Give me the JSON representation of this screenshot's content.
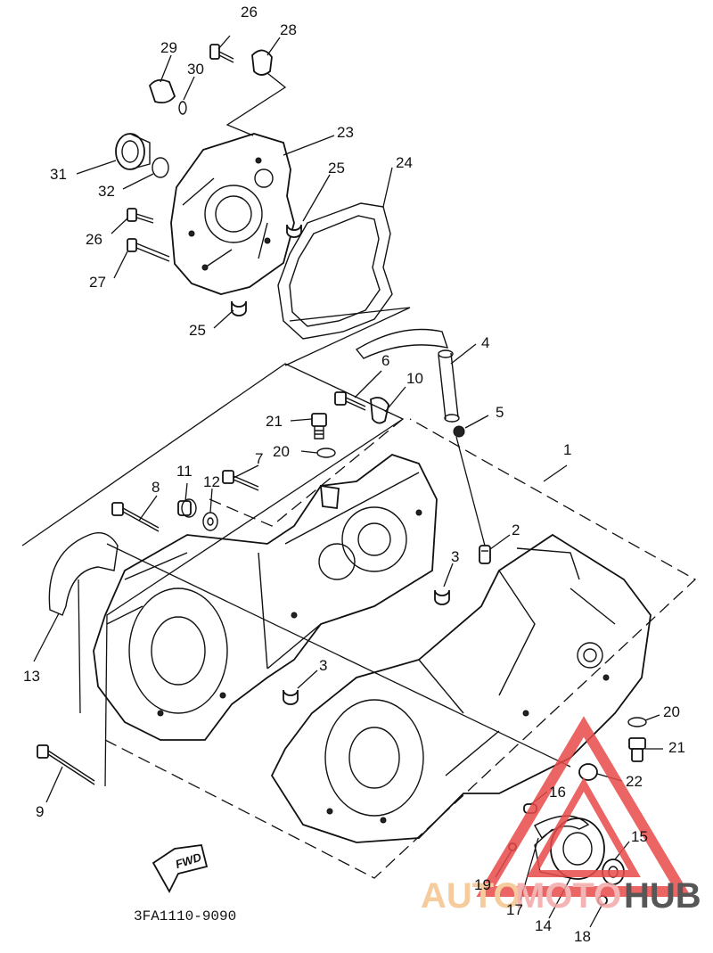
{
  "diagram": {
    "part_code": "3FA1110-9090",
    "forward_label": "FWD",
    "callouts": [
      {
        "id": "c26a",
        "label": "26"
      },
      {
        "id": "c28",
        "label": "28"
      },
      {
        "id": "c29",
        "label": "29"
      },
      {
        "id": "c30",
        "label": "30"
      },
      {
        "id": "c23",
        "label": "23"
      },
      {
        "id": "c31",
        "label": "31"
      },
      {
        "id": "c32",
        "label": "32"
      },
      {
        "id": "c25a",
        "label": "25"
      },
      {
        "id": "c24",
        "label": "24"
      },
      {
        "id": "c26b",
        "label": "26"
      },
      {
        "id": "c27",
        "label": "27"
      },
      {
        "id": "c25b",
        "label": "25"
      },
      {
        "id": "c4",
        "label": "4"
      },
      {
        "id": "c6",
        "label": "6"
      },
      {
        "id": "c10",
        "label": "10"
      },
      {
        "id": "c5",
        "label": "5"
      },
      {
        "id": "c21a",
        "label": "21"
      },
      {
        "id": "c20a",
        "label": "20"
      },
      {
        "id": "c1",
        "label": "1"
      },
      {
        "id": "c7",
        "label": "7"
      },
      {
        "id": "c11",
        "label": "11"
      },
      {
        "id": "c12",
        "label": "12"
      },
      {
        "id": "c8",
        "label": "8"
      },
      {
        "id": "c2",
        "label": "2"
      },
      {
        "id": "c3a",
        "label": "3"
      },
      {
        "id": "c13",
        "label": "13"
      },
      {
        "id": "c3b",
        "label": "3"
      },
      {
        "id": "c20b",
        "label": "20"
      },
      {
        "id": "c21b",
        "label": "21"
      },
      {
        "id": "c22",
        "label": "22"
      },
      {
        "id": "c16",
        "label": "16"
      },
      {
        "id": "c9",
        "label": "9"
      },
      {
        "id": "c15",
        "label": "15"
      },
      {
        "id": "c19",
        "label": "19"
      },
      {
        "id": "c17",
        "label": "17"
      },
      {
        "id": "c14",
        "label": "14"
      },
      {
        "id": "c18",
        "label": "18"
      }
    ]
  },
  "watermark": {
    "word_a": "AUTO",
    "word_b": "MOTO",
    "word_c": "HUB",
    "color_a": "#f3c48c",
    "color_b": "#f3a7a7",
    "color_c": "#3a3a3a",
    "triangle_color": "#e84b4b"
  }
}
